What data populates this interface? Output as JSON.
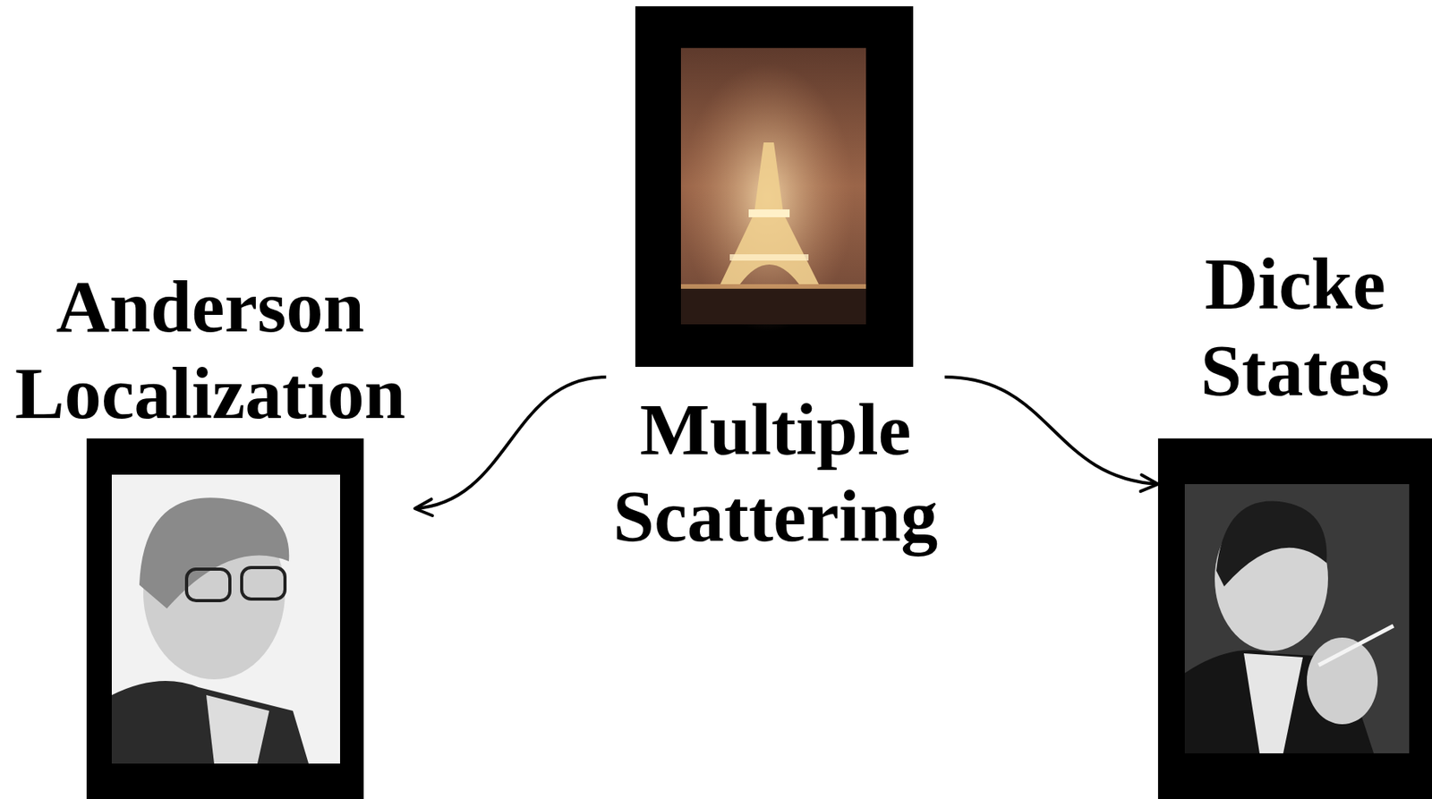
{
  "diagram": {
    "nodes": [
      {
        "text": [
          "Anderson Localization"
        ]
      },
      {
        "text": [
          "Multiple Scattering"
        ]
      },
      {
        "text": [
          "Dicke States"
        ]
      }
    ],
    "edges": [
      {
        "from": 1,
        "to": 0,
        "arrow": "to"
      },
      {
        "from": 1,
        "to": 2,
        "arrow": "to"
      }
    ]
  }
}
